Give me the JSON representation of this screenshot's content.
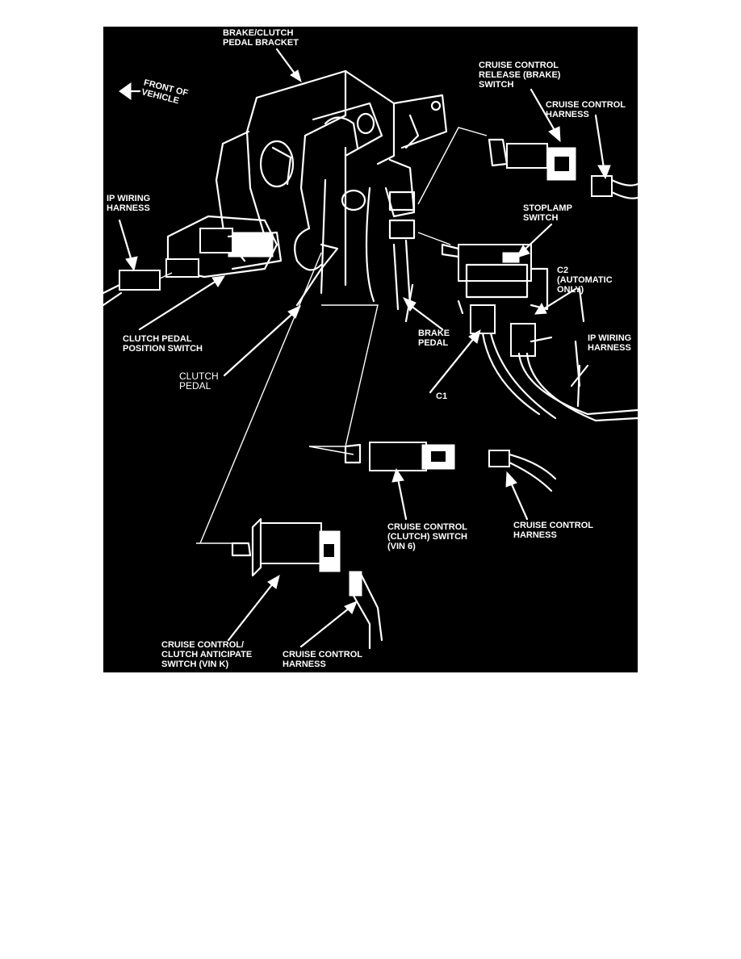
{
  "figure": {
    "background": "#000000",
    "foreground": "#ffffff",
    "labels": {
      "bracket": "BRAKE/CLUTCH\nPEDAL BRACKET",
      "front": "FRONT OF\nVEHICLE",
      "release_switch": "CRUISE CONTROL\nRELEASE (BRAKE)\nSWITCH",
      "cc_harness_top": "CRUISE CONTROL\nHARNESS",
      "ip_harness_left": "IP WIRING\nHARNESS",
      "stoplamp": "STOPLAMP\nSWITCH",
      "c2": "C2\n(AUTOMATIC\nONLY)",
      "clutch_pos_switch": "CLUTCH PEDAL\nPOSITION SWITCH",
      "brake_pedal": "BRAKE\nPEDAL",
      "ip_harness_right": "IP WIRING\nHARNESS",
      "clutch_pedal": "CLUTCH\nPEDAL",
      "c1": "C1",
      "cc_clutch_switch": "CRUISE CONTROL\n(CLUTCH) SWITCH\n(VIN 6)",
      "cc_harness_mid": "CRUISE CONTROL\nHARNESS",
      "anticipate_switch": "CRUISE CONTROL/\nCLUTCH ANTICIPATE\nSWITCH (VIN K)",
      "cc_harness_bottom": "CRUISE CONTROL\nHARNESS"
    }
  }
}
